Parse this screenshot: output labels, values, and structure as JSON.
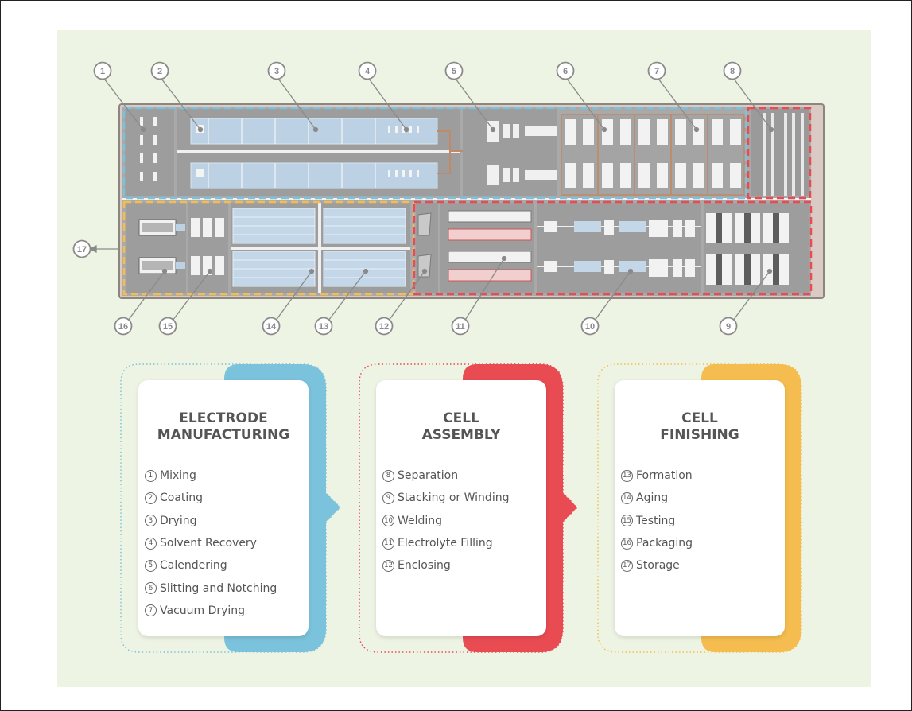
{
  "diagram": {
    "markers": [
      "1",
      "2",
      "3",
      "4",
      "5",
      "6",
      "7",
      "8",
      "9",
      "10",
      "11",
      "12",
      "13",
      "14",
      "15",
      "16",
      "17"
    ]
  },
  "sections": [
    {
      "title_line1": "ELECTRODE",
      "title_line2": "MANUFACTURING",
      "accent": "#7bc2dc",
      "items": [
        {
          "num": "1",
          "label": "Mixing"
        },
        {
          "num": "2",
          "label": "Coating"
        },
        {
          "num": "3",
          "label": "Drying"
        },
        {
          "num": "4",
          "label": "Solvent Recovery"
        },
        {
          "num": "5",
          "label": "Calendering"
        },
        {
          "num": "6",
          "label": "Slitting and Notching"
        },
        {
          "num": "7",
          "label": "Vacuum Drying"
        }
      ]
    },
    {
      "title_line1": "CELL",
      "title_line2": "ASSEMBLY",
      "accent": "#e94b53",
      "items": [
        {
          "num": "8",
          "label": "Separation"
        },
        {
          "num": "9",
          "label": "Stacking or Winding"
        },
        {
          "num": "10",
          "label": "Welding"
        },
        {
          "num": "11",
          "label": "Electrolyte Filling"
        },
        {
          "num": "12",
          "label": "Enclosing"
        }
      ]
    },
    {
      "title_line1": "CELL",
      "title_line2": "FINISHING",
      "accent": "#f5bd4f",
      "items": [
        {
          "num": "13",
          "label": "Formation"
        },
        {
          "num": "14",
          "label": "Aging"
        },
        {
          "num": "15",
          "label": "Testing"
        },
        {
          "num": "16",
          "label": "Packaging"
        },
        {
          "num": "17",
          "label": "Storage"
        }
      ]
    }
  ]
}
